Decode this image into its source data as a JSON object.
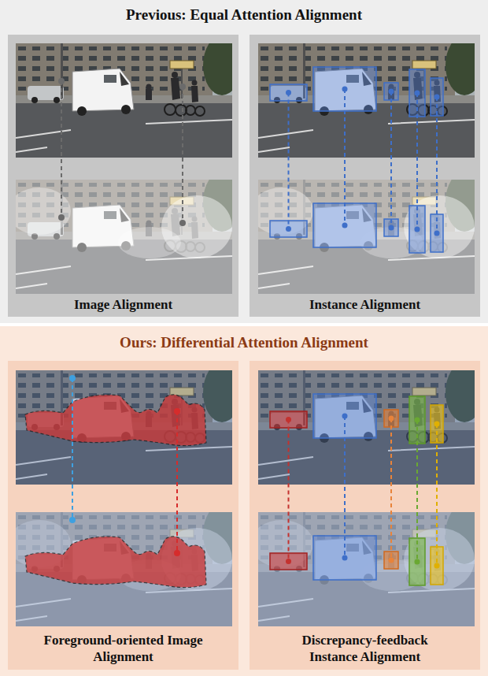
{
  "diagram": {
    "nodes": [
      {
        "text": [
          "Previous: Equal Attention Alignment"
        ]
      },
      {
        "text": [
          "Image Alignment"
        ],
        "in": 0
      },
      {
        "text": [
          "Instance Alignment"
        ],
        "in": 0
      },
      {
        "text": [
          "Ours: Differential Attention Alignment"
        ]
      },
      {
        "text": [
          "Foreground-oriented Image Alignment"
        ],
        "in": 3
      },
      {
        "text": [
          "Discrepancy-feedback Instance Alignment"
        ],
        "in": 3
      }
    ]
  }
}
